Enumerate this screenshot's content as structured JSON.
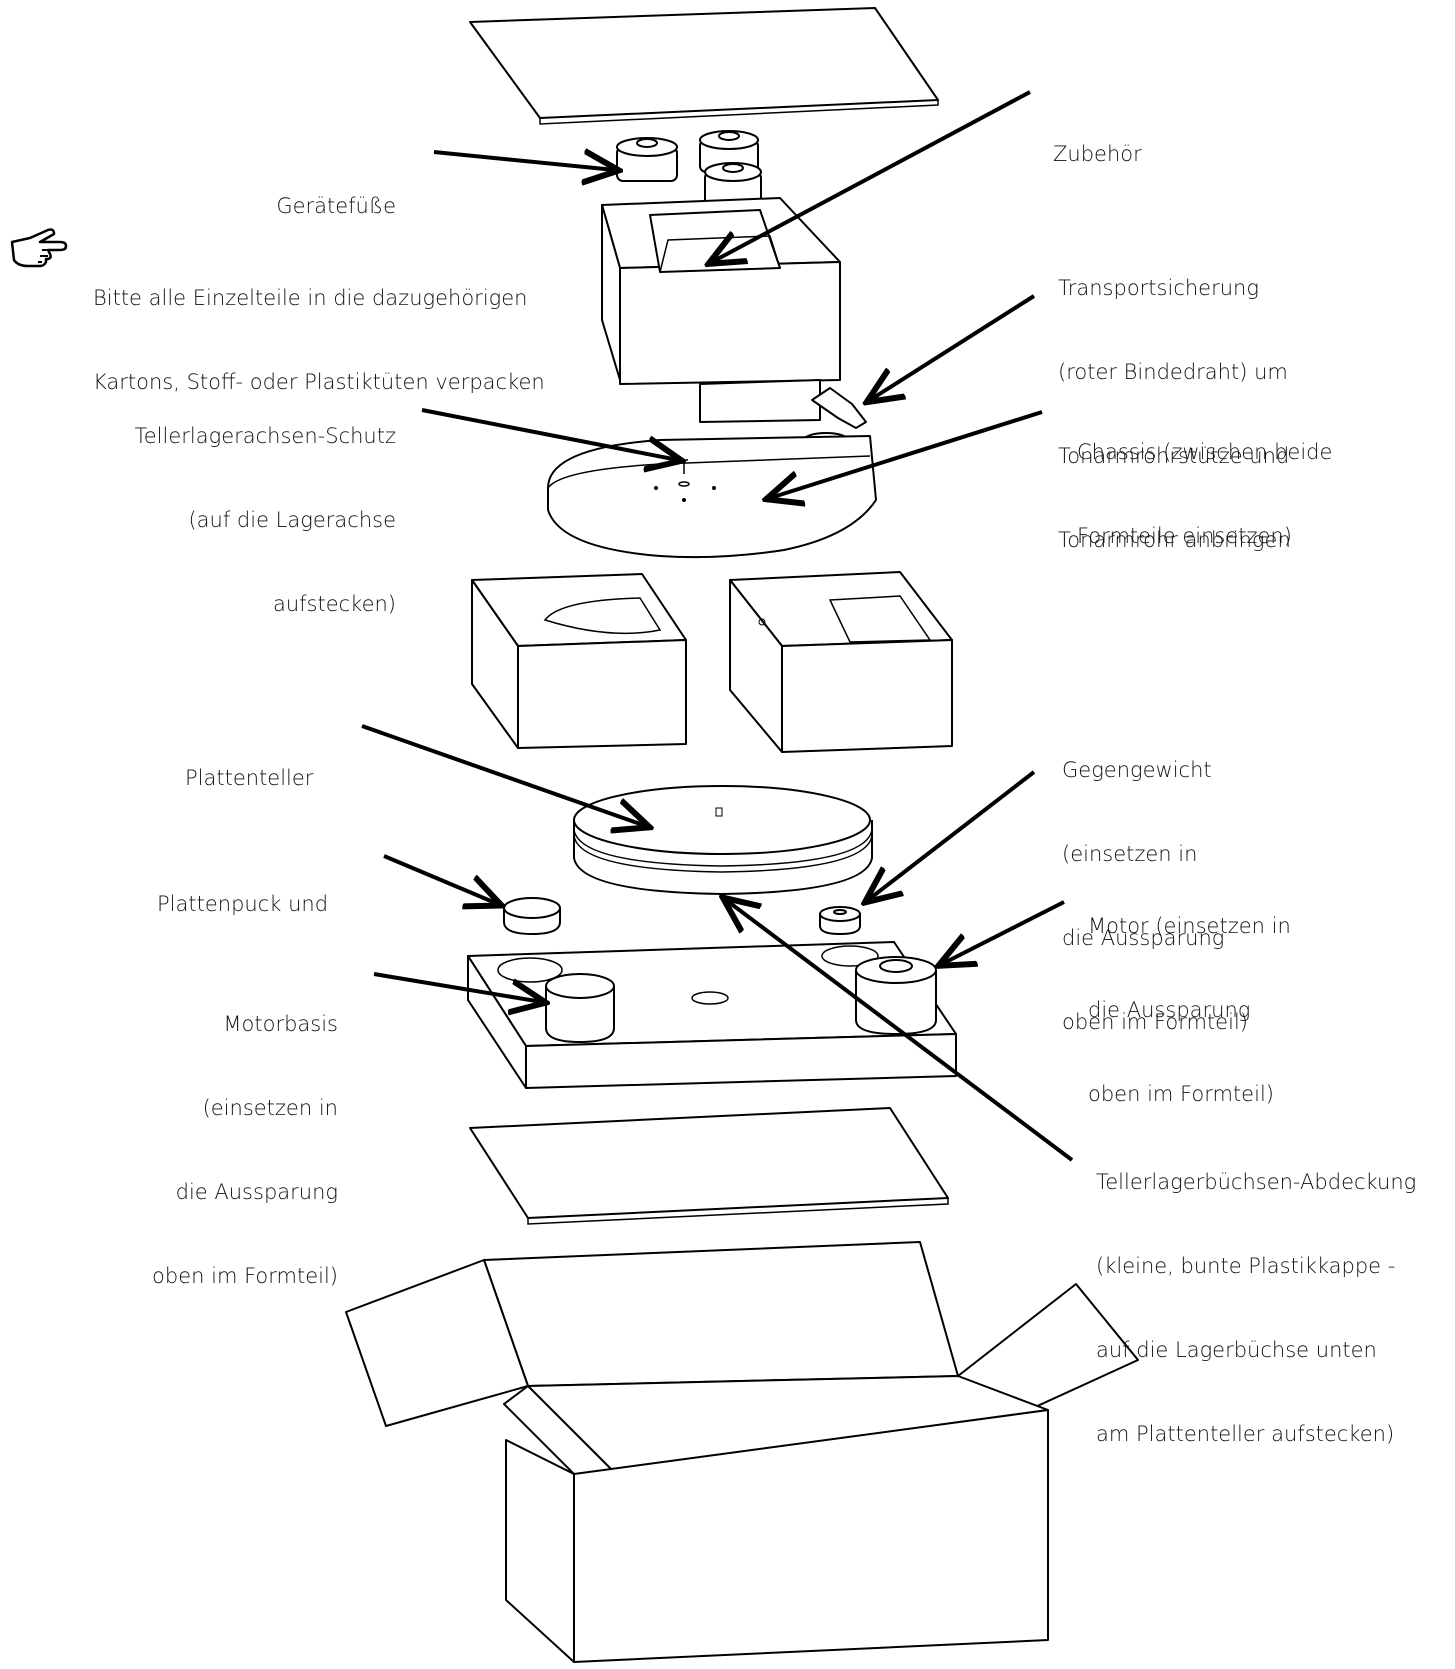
{
  "labels": {
    "geraetefuesse": "Gerätefüße",
    "hinweis": [
      "Bitte alle Einzelteile in die dazugehörigen",
      "Kartons, Stoff- oder Plastiktüten verpacken"
    ],
    "zubehoer": "Zubehör",
    "transportsicherung": [
      "Transportsicherung",
      "(roter Bindedraht) um",
      "Tonarmrohrstütze und",
      "Tonarmrohr anbringen"
    ],
    "tellerlagerachsen": [
      "Tellerlagerachsen-Schutz",
      "(auf die Lagerachse",
      "aufstecken)"
    ],
    "chassis": [
      "Chassis (zwischen beide",
      "Formteile einsetzen)"
    ],
    "plattenteller": "Plattenteller",
    "gegengewicht": [
      "Gegengewicht",
      "(einsetzen in",
      "die Aussparung",
      "oben im Formteil)"
    ],
    "plattenpuck": "Plattenpuck und",
    "motor": [
      "Motor (einsetzen in",
      "die Aussparung",
      "oben im Formteil)"
    ],
    "motorbasis": [
      "Motorbasis",
      "(einsetzen in",
      "die Aussparung",
      "oben im Formteil)"
    ],
    "tellerlagerbuechsen": [
      "Tellerlagerbüchsen-Abdeckung",
      "(kleine, bunte Plastikkappe -",
      "auf die Lagerbüchse unten",
      "am Plattenteller aufstecken)"
    ]
  },
  "icons": {
    "hint": "pointing-hand-icon"
  },
  "colors": {
    "line": "#000000",
    "text": "#111111",
    "background": "#ffffff"
  }
}
